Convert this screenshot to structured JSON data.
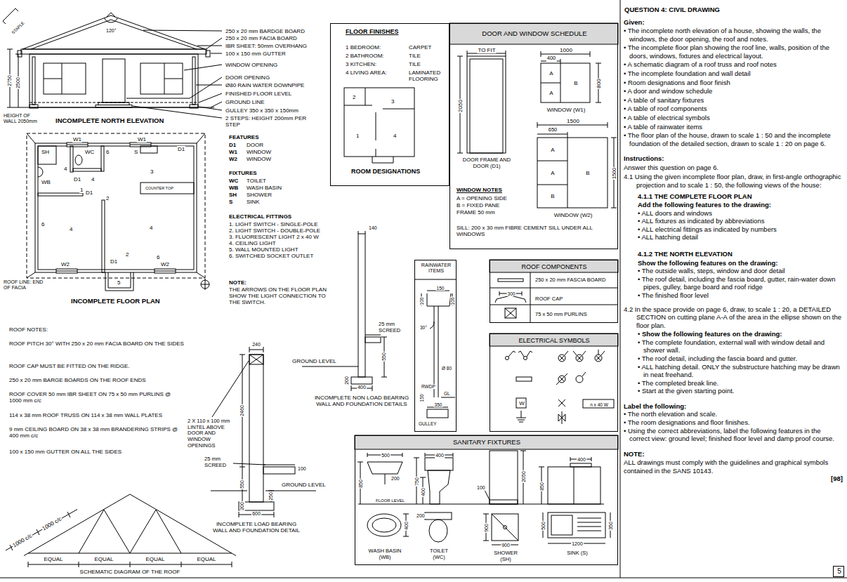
{
  "diagram": {
    "title": "QUESTION 4:  CIVIL DRAWING",
    "nodes": [
      {
        "text": [
          "FLOOR FINISHES",
          "1 BEDROOM:",
          "CARPET",
          "2 BATHROOM:",
          "TILE",
          "3 KITCHEN:",
          "TILE",
          "4 LIVING AREA:",
          "LAMINATED FLOORING",
          "2",
          "3",
          "1",
          "4",
          "ROOM DESIGNATIONS"
        ]
      },
      {
        "text": [
          "DOOR AND WINDOW SCHEDULE",
          "TO FIT",
          "2050",
          "DOOR FRAME AND DOOR (D1)",
          "1000",
          "400",
          "A",
          "A",
          "B",
          "800",
          "WINDOW (W1)",
          "1500",
          "650",
          "A",
          "A",
          "B",
          "B",
          "1500",
          "WINDOW (W2)",
          "WINDOW NOTES",
          "A = OPENING SIDE",
          "B = FIXED PANE",
          "FRAME 50 mm",
          "SILL: 200 x 30 mm FIBRE CEMENT SILL UNDER ALL WINDOWS"
        ]
      },
      {
        "text": [
          "RAINWATER ITEMS",
          "100",
          "150",
          "100",
          "30°",
          "Ø 80",
          "RWDP",
          "150",
          "GL",
          "350",
          "GULLEY"
        ]
      },
      {
        "text": [
          "ROOF COMPONENTS",
          "250 x 20 mm FASCIA BOARD",
          "300",
          "ROOF CAP",
          "75 x 50 mm PURLINS"
        ]
      },
      {
        "text": [
          "ELECTRICAL SYMBOLS",
          "W",
          "n x 40 W"
        ]
      },
      {
        "text": [
          "SANITARY FIXTURES",
          "500",
          "200",
          "850",
          "FLOOR LEVEL",
          "400",
          "750",
          "400",
          "100",
          "2050",
          "850",
          "400",
          "400",
          "200",
          "900",
          "900",
          "500",
          "350",
          "1200",
          "WASH BASIN (WB)",
          "TOILET (WC)",
          "SHOWER (SH)",
          "SINK (S)"
        ]
      },
      {
        "text": [
          "5"
        ]
      }
    ],
    "labels": [
      "STAPLE",
      "250 x 20 mm BARDGE BOARD",
      "250 x 20 mm FACIA BOARD",
      "IBR SHEET: 50mm OVERHANG",
      "100 x 150 mm GUTTER",
      "WINDOW OPENING",
      "DOOR OPENING",
      "Ø80 RAIN WATER DOWNPIPE",
      "FINISHED FLOOR LEVEL",
      "GROUND LINE",
      "GULLEY 350 x 350 x 150mm",
      "2 STEPS: HEIGHT 200mm PER STEP",
      "120°",
      "2750",
      "2500",
      "HEIGHT OF WALL 2050mm",
      "INCOMPLETE NORTH ELEVATION",
      "W1",
      "W1",
      "D1",
      "SH",
      "WC",
      "6",
      "S",
      "4",
      "WB",
      "D1",
      "4",
      "1",
      "D1",
      "2",
      "3",
      "COUNTER TOP",
      "6",
      "4",
      "4",
      "2",
      "6",
      "W2",
      "D1",
      "W2",
      "5",
      "ROOF LINE: END OF FACIA",
      "INCOMPLETE FLOOR PLAN",
      "FEATURES",
      "D1",
      "DOOR",
      "W1",
      "WINDOW",
      "W2",
      "WINDOW",
      "FIXTURES",
      "WC",
      "TOILET",
      "WB",
      "WASH BASIN",
      "SH",
      "SHOWER",
      "S",
      "SINK",
      "ELECTRICAL FITTINGS",
      "1. LIGHT SWITCH - SINGLE-POLE",
      "2. LIGHT SWITCH - DOUBLE-POLE",
      "3. FLUORESCENT LIGHT 2 x 40 W",
      "4. CEILING LIGHT",
      "5. WALL MOUNTED LIGHT",
      "6. SWITCHED SOCKET OUTLET",
      "NOTE:",
      "THE ARROWS ON THE FLOOR PLAN SHOW THE LIGHT CONNECTION TO THE SWITCH.",
      "ROOF NOTES:",
      "ROOF PITCH 30° WITH 250 x 20 mm FACIA BOARD ON THE SIDES",
      "ROOF CAP MUST BE FITTED ON THE RIDGE.",
      "250 x 20 mm BARGE BOARDS ON THE ROOF ENDS",
      "ROOF COVER 50 mm IBR SHEET ON 75 x 50 mm PURLINS @ 1000 mm c/c",
      "114 x 38 mm ROOF TRUSS ON 114 x 38 mm WALL PLATES",
      "9 mm CEILING BOARD ON 38 x 38 mm BRANDERING STRIPS @ 400 mm c/c",
      "100 x 150 mm GUTTER ON ALL THE SIDES",
      "1000 c/c",
      "1000 c/c",
      "EQUAL",
      "EQUAL",
      "EQUAL",
      "EQUAL",
      "SCHEMATIC DIAGRAM OF THE ROOF",
      "240",
      "2 X 110 x 100 mm LINTEL ABOVE DOOR AND WINDOW OPENINGS",
      "2460",
      "25 mm SCREED",
      "100",
      "GROUND LEVEL",
      "550",
      "250",
      "200",
      "600",
      "INCOMPLETE LOAD BEARING WALL AND FOUNDATION DETAIL",
      "140",
      "25 mm SCREED",
      "GROUND LEVEL",
      "550",
      "200",
      "400",
      "INCOMPLETE NON LOAD BEARING WALL AND FOUNDATION DETAILS",
      "Given:",
      "• The incomplete north elevation of a house, showing the walls, the windows, the door opening, the roof and notes.",
      "• The incomplete floor plan showing the roof line, walls, position of the doors, windows, fixtures and electrical layout.",
      "• A schematic diagram of a roof truss and roof notes",
      "• The incomplete foundation and wall detail",
      "• Room designations and floor finish",
      "• A door and window schedule",
      "• A table of sanitary fixtures",
      "• A table of roof components",
      "• A table of electrical symbols",
      "• A table of rainwater items",
      "• The floor plan of the house, drawn to scale 1 : 50 and the incomplete foundation of the detailed section, drawn to scale 1 : 20 on page 6.",
      "Instructions:",
      "Answer this question on page 6.",
      "4.1 Using the given incomplete floor plan, draw, in first-angle orthographic projection and to scale 1 : 50, the following views of the house:",
      "4.1.1 THE COMPLETE FLOOR PLAN",
      "Add the following features to the drawing:",
      "• ALL doors and windows",
      "• ALL fixtures as indicated by abbreviations",
      "• ALL electrical fittings as indicated by numbers",
      "• ALL hatching detail",
      "4.1.2 THE NORTH ELEVATION",
      "Show the following features on the drawing:",
      "• The outside walls, steps, window and door detail",
      "• The roof detail, including the fascia board, gutter, rain-water down pipes, gulley, barge board and roof ridge",
      "• The finished floor level",
      "4.2 In the space provide on page 6, draw, to scale 1 : 20, a DETAILED SECTION on cutting plane A-A of the area in the ellipse shown on the floor plan.",
      "• Show the following features on the drawing:",
      "• The complete foundation, external wall with window detail and shower wall.",
      "• The roof detail, including the fascia board and gutter.",
      "• ALL hatching detail. ONLY the substructure hatching may be drawn in neat freehand.",
      "• The completed break line.",
      "• Start at the given starting point.",
      "Label the following:",
      "• The north elevation and scale.",
      "• The room designations and floor finishes.",
      "• Using the correct abbreviations, label the following features in the correct view: ground level; finished floor level and damp proof course.",
      "NOTE:",
      "ALL drawings must comply with the guidelines and graphical symbols contained in the SANS 10143.",
      "[98]"
    ]
  }
}
